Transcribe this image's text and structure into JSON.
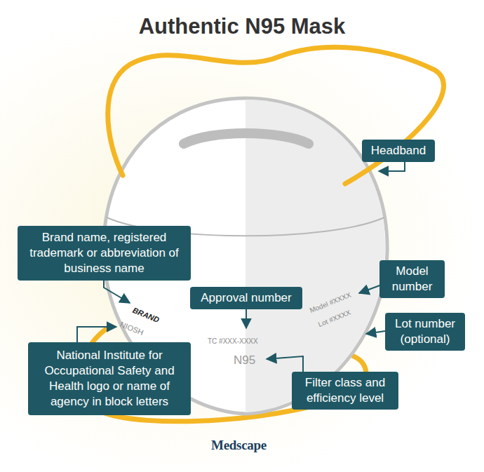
{
  "diagram": {
    "title": "Authentic N95 Mask",
    "nodes": [
      {
        "text": [
          "Headband"
        ]
      },
      {
        "text": [
          "Brand name, registered trademark or abbreviation of business name"
        ]
      },
      {
        "text": [
          "Model number"
        ]
      },
      {
        "text": [
          "Approval number"
        ]
      },
      {
        "text": [
          "Lot number (optional)"
        ]
      },
      {
        "text": [
          "National Institute for Occupational Safety and Health logo or name of agency in block letters"
        ]
      },
      {
        "text": [
          "Filter class and efficiency level"
        ]
      }
    ],
    "labels": [
      "BRAND",
      "NIOSH",
      "TC #XXX-XXXX",
      "N95",
      "Model #XXXX",
      "Lot #XXXX",
      "Medscape"
    ]
  }
}
